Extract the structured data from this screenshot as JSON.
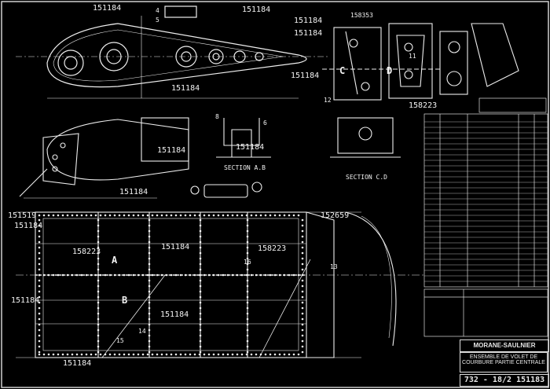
{
  "drawing": {
    "part_labels": {
      "p151184_1": "151184",
      "p151184_2": "151184",
      "p151184_3": "151184",
      "p151184_4": "151184",
      "p151184_5": "151184",
      "p151184_6": "151184",
      "p151184_7": "151184",
      "p151184_8": "151184",
      "p151184_9": "151184",
      "p151184_10": "151184",
      "p151184_11": "151184",
      "p151184_12": "151184",
      "p151184_13": "151184",
      "p151184_14": "151184",
      "p158223_a": "158223",
      "p158223_b": "158223",
      "p158223_c": "158223",
      "p152659": "152659",
      "p151519": "151519",
      "p158353": "158353"
    },
    "section_labels": {
      "section_ab": "SECTION A.B",
      "section_cd": "SECTION C.D",
      "label_c": "C",
      "label_d": "D",
      "label_a": "A",
      "label_b": "B"
    },
    "callouts": [
      "4",
      "5",
      "6",
      "8",
      "11",
      "12",
      "13",
      "14",
      "15",
      "16"
    ],
    "title_block": {
      "company": "MORANE-SAULNIER",
      "subtitle": "ENSEMBLE DE VOLET DE COURBURE PARTIE CENTRALE",
      "drawing_number": "732 - 18/2 151183"
    }
  }
}
